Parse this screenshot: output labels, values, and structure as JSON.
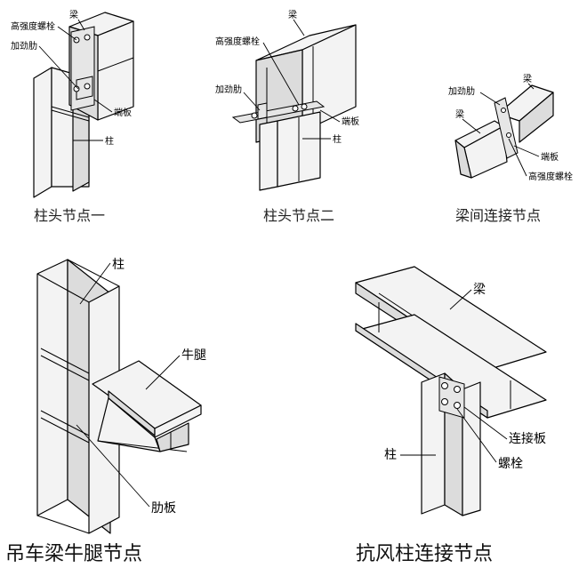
{
  "details": [
    {
      "caption": "柱头节点一",
      "labels": {
        "beam": "梁",
        "bolt": "高强度螺栓",
        "stiffener": "加劲肋",
        "end_plate": "端板",
        "column": "柱"
      }
    },
    {
      "caption": "柱头节点二",
      "labels": {
        "beam": "梁",
        "bolt": "高强度螺栓",
        "stiffener": "加劲肋",
        "end_plate": "端板",
        "column": "柱"
      }
    },
    {
      "caption": "梁间连接节点",
      "labels": {
        "stiffener": "加劲肋",
        "beam_top": "梁",
        "beam_left": "梁",
        "end_plate": "端板",
        "bolt": "高强度螺栓"
      }
    },
    {
      "caption": "吊车梁牛腿节点",
      "labels": {
        "column": "柱",
        "bracket": "牛腿",
        "rib": "肋板"
      }
    },
    {
      "caption": "抗风柱连接节点",
      "labels": {
        "beam": "梁",
        "plate": "连接板",
        "column": "柱",
        "bolt": "螺栓"
      }
    }
  ]
}
